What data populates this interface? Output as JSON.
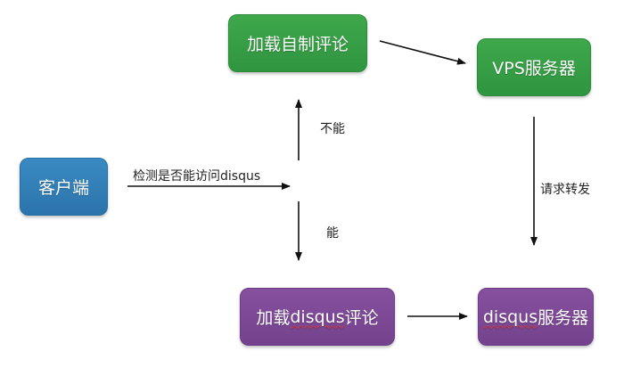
{
  "nodes": {
    "client": "客户端",
    "load_custom": "加载自制评论",
    "vps_server": "VPS服务器",
    "load_disqus_prefix": "加载",
    "load_disqus_word": "disqus",
    "load_disqus_suffix": "评论",
    "disqus_server_word": "disqus",
    "disqus_server_suffix": "服务器"
  },
  "edges": {
    "detect": "检测是否能访问disqus",
    "cannot": "不能",
    "can": "能",
    "forward": "请求转发"
  },
  "colors": {
    "client": "#2b74ab",
    "custom": "#2f9540",
    "disqus": "#74428d"
  }
}
